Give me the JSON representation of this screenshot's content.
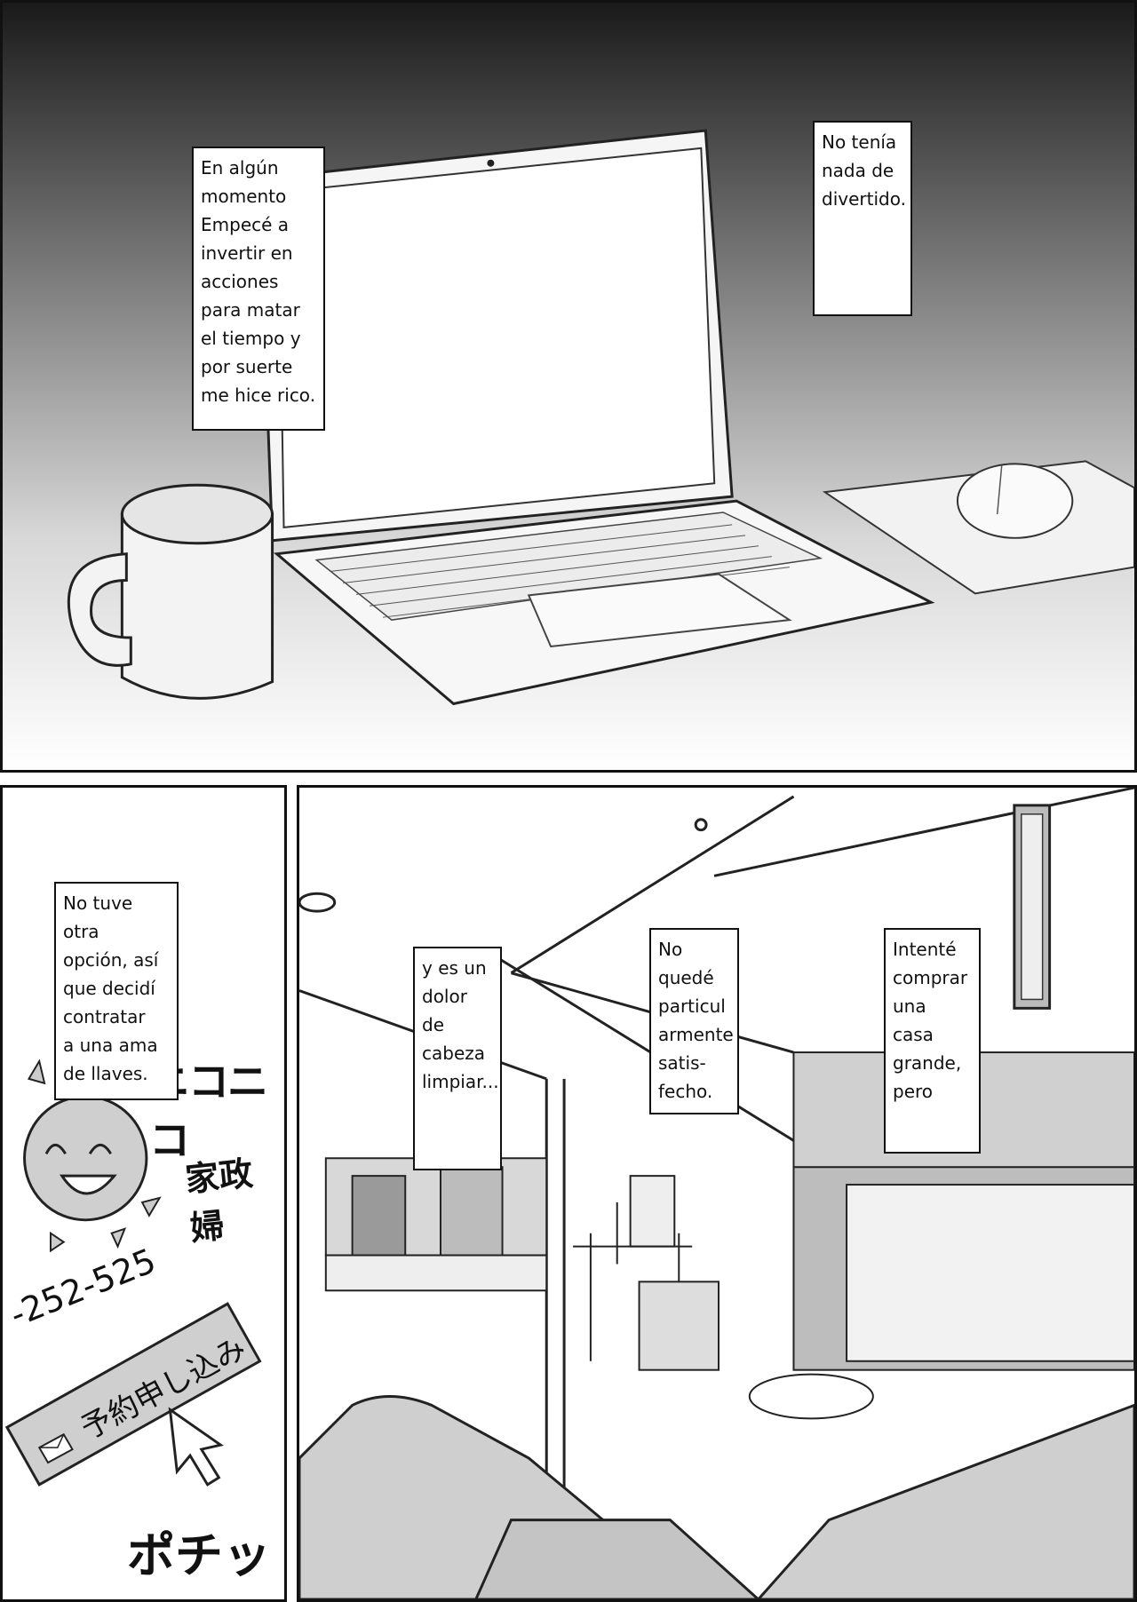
{
  "panel1": {
    "captions": [
      {
        "text": "En algún\nmomento\nEmpecé a\ninvertir en\nacciones\npara matar\nel tiempo y\npor suerte\nme hice rico."
      },
      {
        "text": "No tenía\nnada de\ndivertido."
      }
    ]
  },
  "panel2": {
    "captions": [
      {
        "text": "No tuve\notra\nopción, así\nque decidí\ncontratar\na una ama\nde llaves."
      }
    ],
    "flyer": {
      "service_text": "家政婦",
      "phone_fragment": "-252-525",
      "button_label": "予約申し込み",
      "banner_fragment": "ニコニコ",
      "sfx": "ポチッ",
      "icons": [
        "smiling-sun-icon",
        "envelope-icon",
        "mouse-cursor-icon"
      ]
    }
  },
  "panel3": {
    "captions": [
      {
        "text": "y es un\ndolor de\ncabeza\nlimpiar..."
      },
      {
        "text": "No\nquedé\nparticul\narmente\nsatis-\nfecho."
      },
      {
        "text": "Intenté\ncomprar\nuna\ncasa\ngrande,\npero"
      }
    ]
  }
}
